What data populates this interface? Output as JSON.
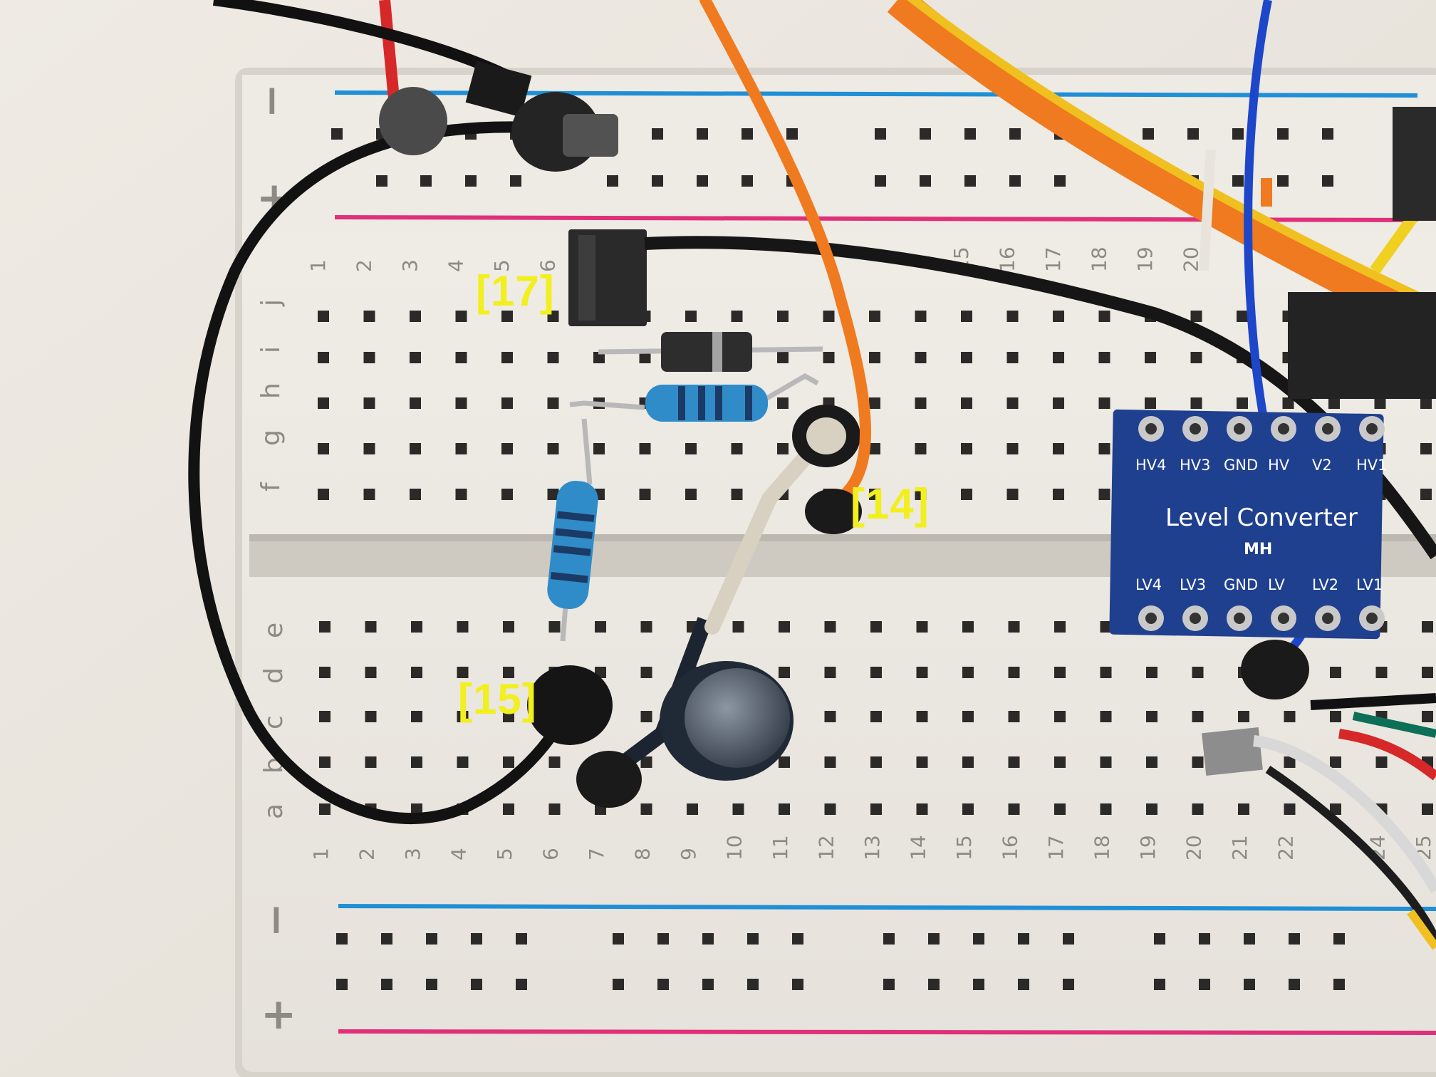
{
  "callouts": [
    "[17]",
    "[14]",
    "[15]"
  ],
  "breadboard": {
    "rail_minus": "−",
    "rail_plus": "+",
    "row_letters_top": [
      "f",
      "g",
      "h",
      "i",
      "j"
    ],
    "row_letters_bottom": [
      "a",
      "b",
      "c",
      "d",
      "e"
    ],
    "column_numbers_top": [
      "1",
      "2",
      "3",
      "4",
      "5",
      "6",
      "",
      "",
      "",
      "",
      "",
      "",
      "",
      "",
      "15",
      "16",
      "17",
      "18",
      "19",
      "20"
    ],
    "column_numbers_bottom": [
      "1",
      "2",
      "3",
      "4",
      "5",
      "6",
      "7",
      "8",
      "9",
      "10",
      "11",
      "12",
      "13",
      "14",
      "15",
      "16",
      "17",
      "18",
      "19",
      "20",
      "21",
      "22",
      "",
      "24",
      "25"
    ]
  },
  "level_converter": {
    "title": "Level Converter",
    "brand": "MH",
    "top_pins": [
      "HV4",
      "HV3",
      "GND",
      "HV",
      "V2",
      "HV1"
    ],
    "bottom_pins": [
      "LV4",
      "LV3",
      "GND",
      "LV",
      "LV2",
      "LV1"
    ]
  },
  "colors": {
    "rail_blue": "#1f8fd6",
    "rail_red": "#e0307a",
    "callout": "#f2ef1e",
    "module_blue": "#1f3f8f"
  }
}
